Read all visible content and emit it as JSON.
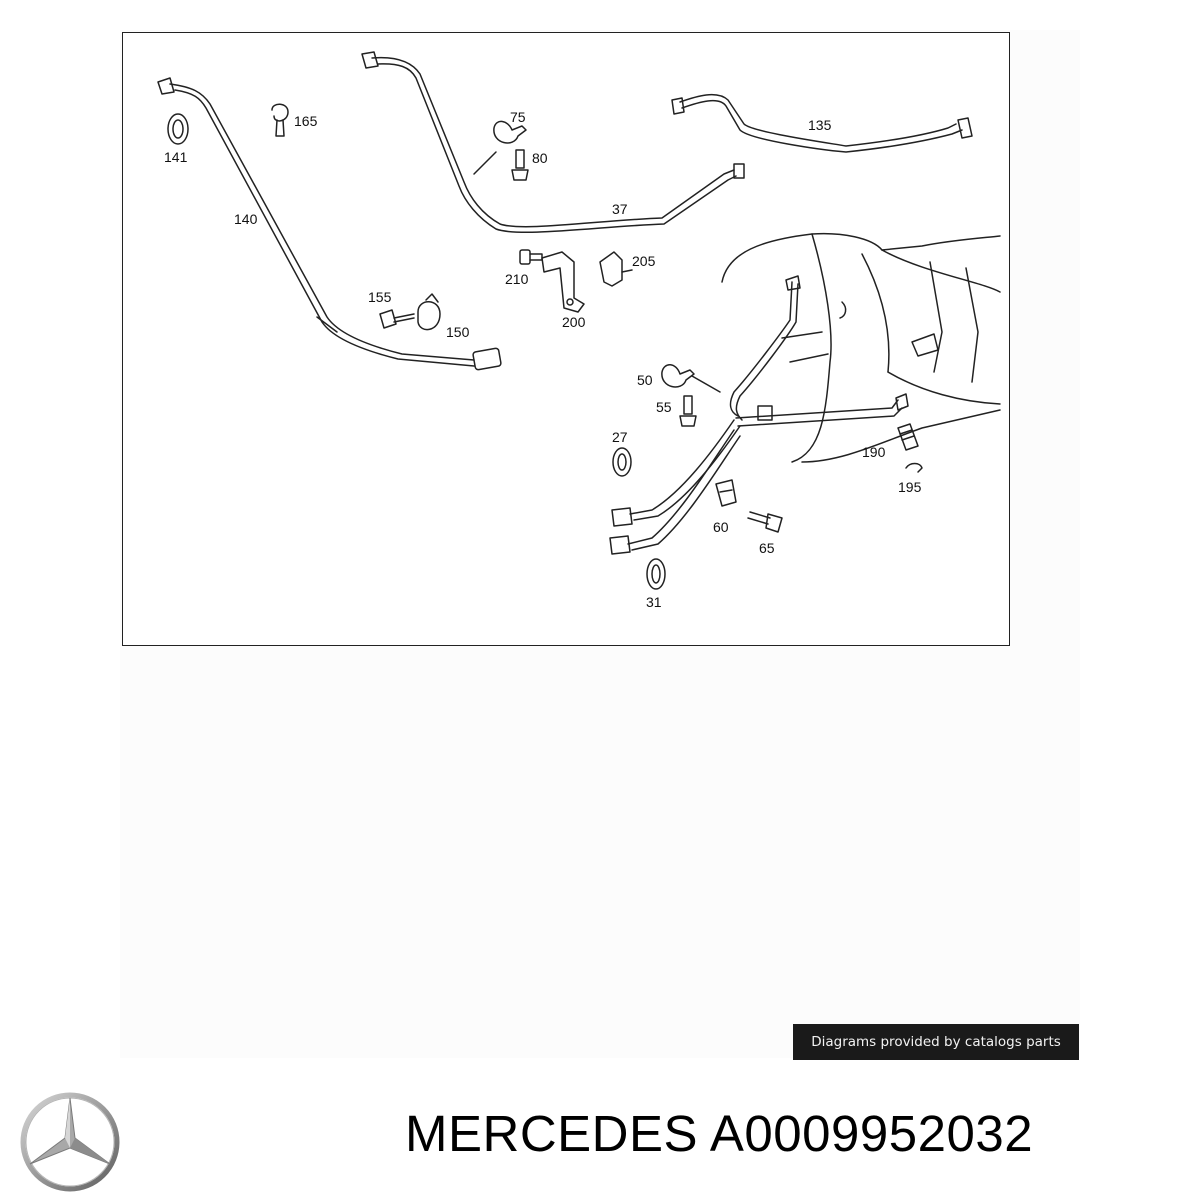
{
  "diagram": {
    "callouts": [
      {
        "id": "141",
        "label": "141"
      },
      {
        "id": "165",
        "label": "165"
      },
      {
        "id": "140",
        "label": "140"
      },
      {
        "id": "75",
        "label": "75"
      },
      {
        "id": "80",
        "label": "80"
      },
      {
        "id": "135",
        "label": "135"
      },
      {
        "id": "37",
        "label": "37"
      },
      {
        "id": "210",
        "label": "210"
      },
      {
        "id": "205",
        "label": "205"
      },
      {
        "id": "155",
        "label": "155"
      },
      {
        "id": "150",
        "label": "150"
      },
      {
        "id": "200",
        "label": "200"
      },
      {
        "id": "50",
        "label": "50"
      },
      {
        "id": "55",
        "label": "55"
      },
      {
        "id": "27",
        "label": "27"
      },
      {
        "id": "190",
        "label": "190"
      },
      {
        "id": "195",
        "label": "195"
      },
      {
        "id": "60",
        "label": "60"
      },
      {
        "id": "65",
        "label": "65"
      },
      {
        "id": "31",
        "label": "31"
      }
    ]
  },
  "credit": "Diagrams provided by catalogs parts",
  "brand": {
    "logo_icon": "mercedes-star-icon",
    "name": "MERCEDES",
    "part_number": "A0009952032"
  },
  "colors": {
    "line": "#222222",
    "credit_bg": "#1a1a1a",
    "credit_text": "#f2f2f2"
  }
}
